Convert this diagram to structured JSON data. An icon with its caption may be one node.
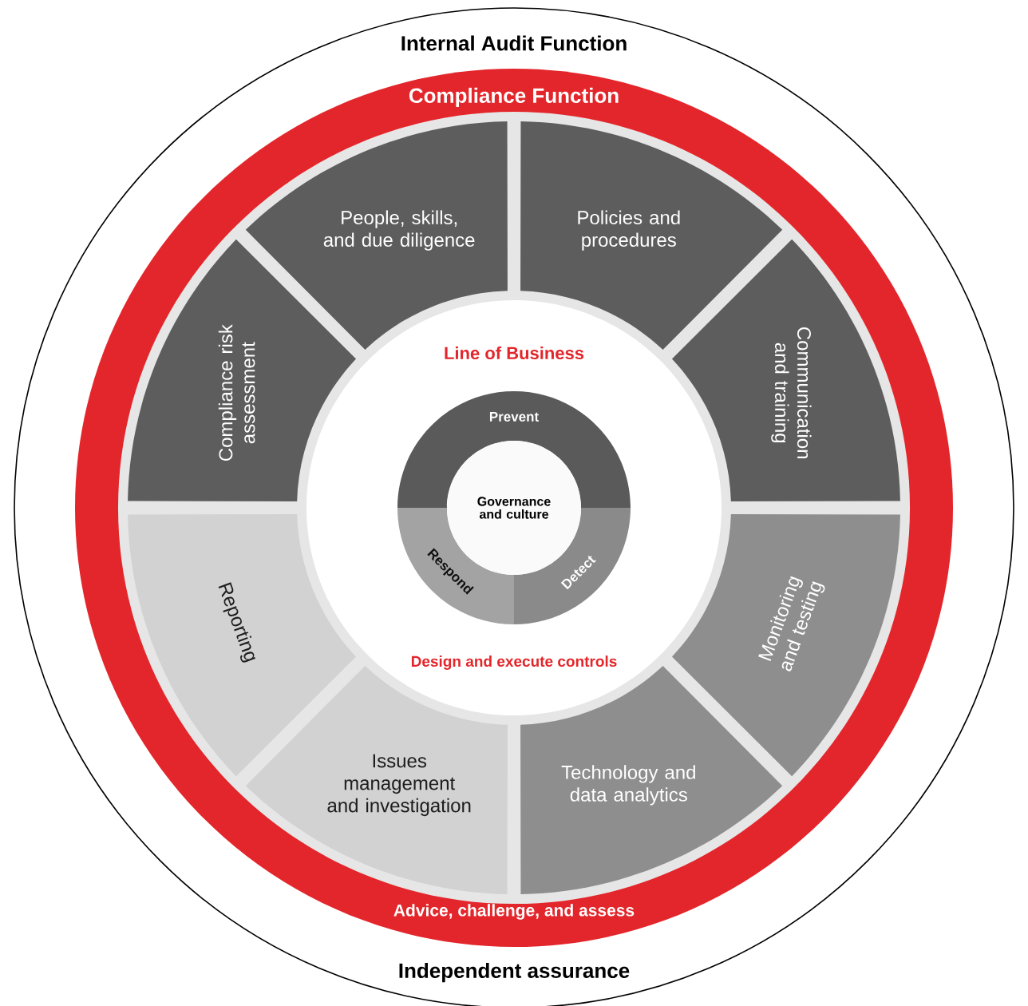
{
  "diagram": {
    "nodes": [
      {
        "text": [
          "Internal Audit Function",
          "Independent assurance"
        ]
      },
      {
        "text": [
          "Compliance Function",
          "Advice, challenge, and assess"
        ],
        "in": 0
      },
      {
        "text": [
          "People, skills, and due diligence"
        ],
        "in": 1
      },
      {
        "text": [
          "Policies and procedures"
        ],
        "in": 1
      },
      {
        "text": [
          "Communication and training"
        ],
        "in": 1
      },
      {
        "text": [
          "Monitoring and testing"
        ],
        "in": 1
      },
      {
        "text": [
          "Technology and data analytics"
        ],
        "in": 1
      },
      {
        "text": [
          "Issues management and investigation"
        ],
        "in": 1
      },
      {
        "text": [
          "Reporting"
        ],
        "in": 1
      },
      {
        "text": [
          "Compliance risk assessment"
        ],
        "in": 1
      },
      {
        "text": [
          "Line of Business",
          "Design and execute controls"
        ],
        "in": 1
      },
      {
        "text": [
          "Prevent"
        ],
        "in": 10
      },
      {
        "text": [
          "Detect"
        ],
        "in": 10
      },
      {
        "text": [
          "Respond"
        ],
        "in": 10
      },
      {
        "text": [
          "Governance and culture"
        ],
        "in": 10
      }
    ]
  }
}
